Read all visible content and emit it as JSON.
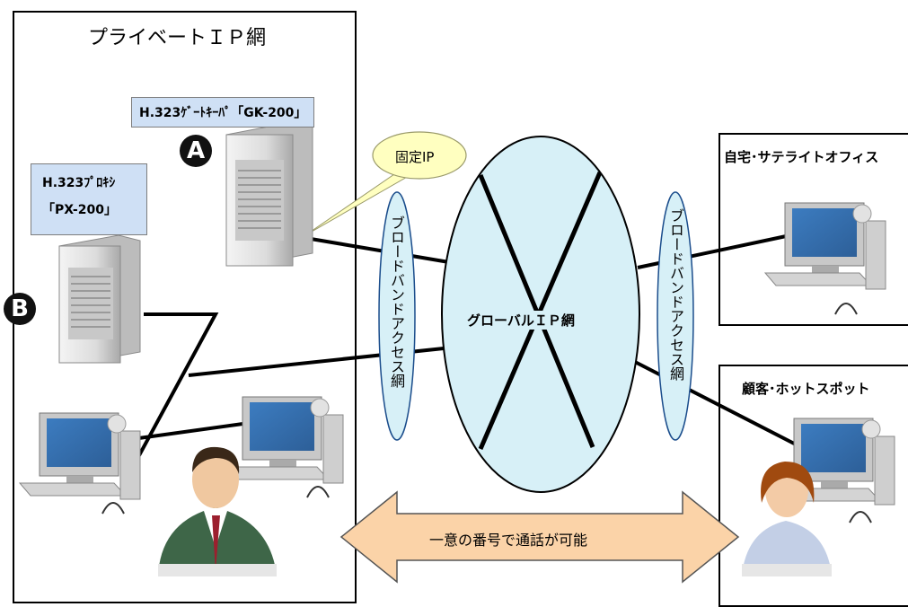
{
  "private_network": {
    "title": "プライベートＩＰ網"
  },
  "gatekeeper": {
    "label": "H.323ｹﾞｰﾄｷｰﾊﾟ「GK-200」",
    "badge": "A"
  },
  "proxy": {
    "label_line1": "H.323ﾌﾟﾛｷｼ",
    "label_line2": "「PX-200」",
    "badge": "B"
  },
  "fixed_ip": {
    "label": "固定IP"
  },
  "broadband_left": {
    "label": "ブロードバンドアクセス網"
  },
  "broadband_right": {
    "label": "ブロードバンドアクセス網"
  },
  "global_network": {
    "label": "グローバルＩＰ網"
  },
  "home_office": {
    "title": "自宅･サテライトオフィス"
  },
  "customer": {
    "title": "顧客･ホットスポット"
  },
  "bottom_arrow": {
    "label": "一意の番号で通話が可能"
  },
  "colors": {
    "label_box": "#cfe0f5",
    "ellipse": "#d7f0f7",
    "speech_bubble": "#ffffc0",
    "arrow": "#fbd3a8",
    "badge": "#111111"
  }
}
